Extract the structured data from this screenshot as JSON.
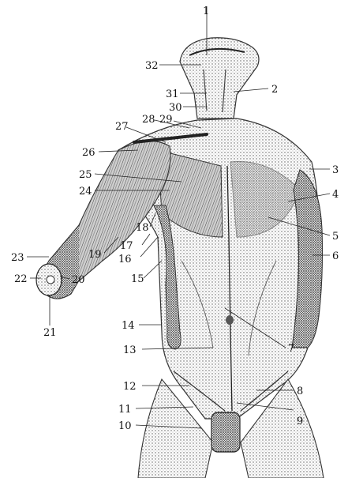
{
  "labels": [
    "1",
    "2",
    "3",
    "4",
    "5",
    "6",
    "7",
    "8",
    "9",
    "10",
    "11",
    "12",
    "13",
    "14",
    "15",
    "16",
    "17",
    "18",
    "19",
    "20",
    "21",
    "22",
    "23",
    "24",
    "25",
    "26",
    "27",
    "28",
    "29",
    "30",
    "31",
    "32"
  ],
  "colors": {
    "ink": "#111111",
    "shade": "#6b6b6b",
    "light": "#bdbdbd",
    "paper": "#ffffff"
  }
}
